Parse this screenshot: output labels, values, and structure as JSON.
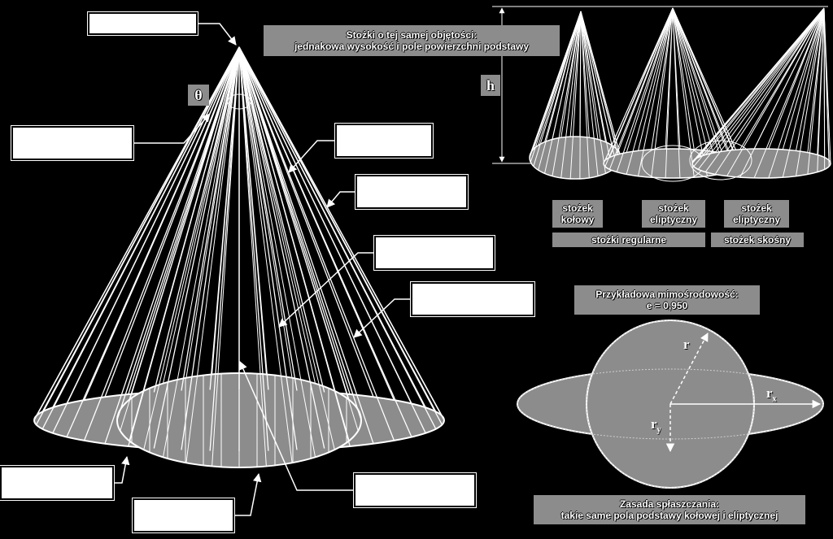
{
  "title_line1": "Stożki o tej samej objętości:",
  "title_line2": "jednakowa wysokość i pole powierzchni podstawy",
  "theta_symbol": "θ",
  "h_symbol": "h",
  "labels": {
    "circular_cone": "stożek\nkołowy",
    "elliptic_cone_1": "stożek\neliptyczny",
    "elliptic_cone_2": "stożek\neliptyczny",
    "regular_cones": "stożki regularne",
    "oblique_cone": "stożek skośny"
  },
  "eccentricity_title": "Przykładowa mimośrodowość:",
  "eccentricity_value": "e = 0,950",
  "radius_r": "r",
  "radius_rx": "r",
  "radius_rx_sub": "x",
  "radius_ry": "r",
  "radius_ry_sub": "y",
  "flattening_line1": "Zasada spłaszczania:",
  "flattening_line2": "takie same pola podstawy kołowej i eliptycznej",
  "colors": {
    "background": "#000000",
    "line": "#ffffff",
    "fill": "#8c8c8c"
  }
}
